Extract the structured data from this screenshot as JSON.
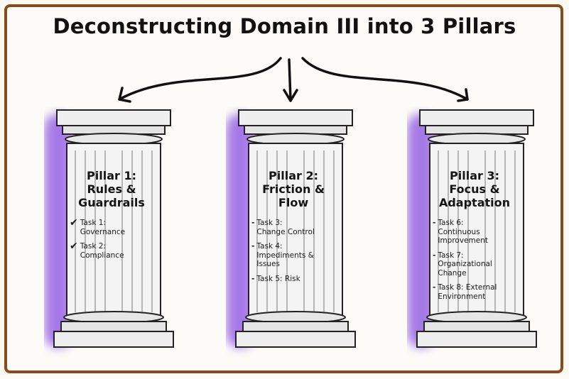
{
  "title": "Deconstructing Domain III into 3 Pillars",
  "pillars": [
    {
      "title_lines": [
        "Pillar 1:",
        "Rules &",
        "Guardrails"
      ],
      "marker": "✔",
      "tasks": [
        {
          "lines": [
            "Task 1:",
            "Governance"
          ]
        },
        {
          "lines": [
            "Task 2:",
            "Compliance"
          ]
        }
      ]
    },
    {
      "title_lines": [
        "Pillar 2:",
        "Friction &",
        "Flow"
      ],
      "marker": "-",
      "tasks": [
        {
          "lines": [
            "Task 3:",
            "Change Control"
          ]
        },
        {
          "lines": [
            "Task 4:",
            "Impediments &",
            "Issues"
          ]
        },
        {
          "lines": [
            "Task 5: Risk"
          ]
        }
      ]
    },
    {
      "title_lines": [
        "Pillar 3:",
        "Focus &",
        "Adaptation"
      ],
      "marker": "-",
      "tasks": [
        {
          "lines": [
            "Task 6:",
            "Continuous",
            "Improvement"
          ]
        },
        {
          "lines": [
            "Task 7:",
            "Organizational",
            "Change"
          ]
        },
        {
          "lines": [
            "Task 8: External",
            "Environment"
          ]
        }
      ]
    }
  ],
  "colors": {
    "frame": "#8b4a1e",
    "glow": "#8a4fe0",
    "ink": "#141414"
  },
  "icons": [
    "pillar-column-icon",
    "arrow-icon",
    "checkmark-icon"
  ]
}
